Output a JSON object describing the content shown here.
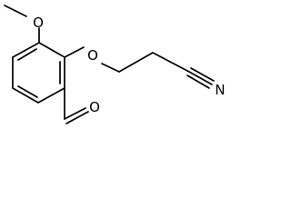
{
  "molecule": {
    "atom_labels": {
      "methoxy_oxygen": "O",
      "ether_oxygen": "O",
      "aldehyde_oxygen": "O",
      "nitrile_nitrogen": "N"
    }
  },
  "colors": {
    "bond": "#000000",
    "label": "#000000",
    "background": "#ffffff"
  }
}
